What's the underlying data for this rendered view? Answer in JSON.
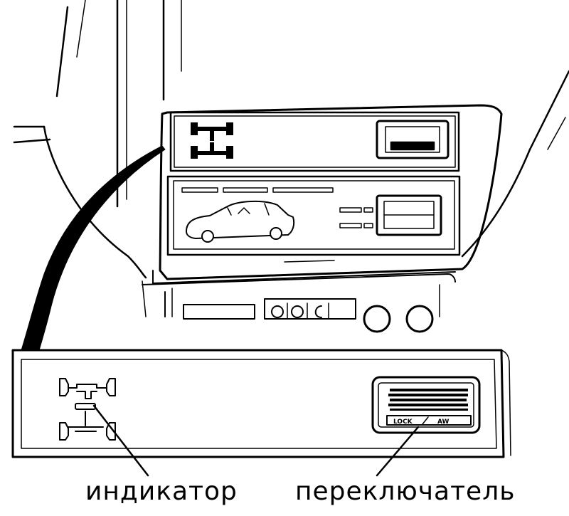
{
  "labels": {
    "indicator": "индикатор",
    "switch": "переключатель"
  },
  "switch_panel": {
    "lock_label": "LOCK",
    "auto_label": "AW"
  },
  "dashboard": {
    "center_buttons": [
      "O",
      "O",
      "C"
    ]
  },
  "colors": {
    "ink": "#000000",
    "paper": "#ffffff"
  }
}
